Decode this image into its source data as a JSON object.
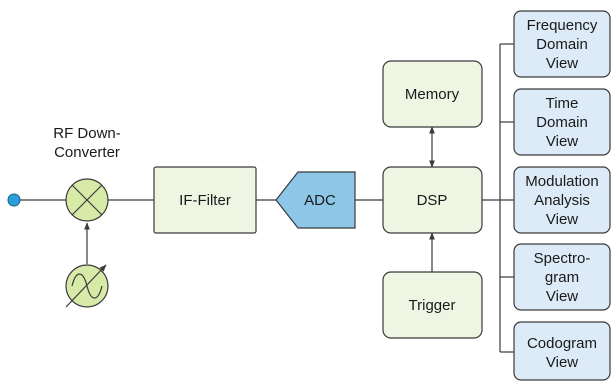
{
  "rf_label": [
    "RF Down-",
    "Converter"
  ],
  "blocks": {
    "if_filter": "IF-Filter",
    "adc": "ADC",
    "dsp": "DSP",
    "memory": "Memory",
    "trigger": "Trigger"
  },
  "views": [
    [
      "Frequency",
      "Domain",
      "View"
    ],
    [
      "Time",
      "Domain",
      "View"
    ],
    [
      "Modulation",
      "Analysis",
      "View"
    ],
    [
      "Spectro-",
      "gram",
      "View"
    ],
    [
      "Codogram",
      "View"
    ]
  ],
  "colors": {
    "block_fill": "#eef5e2",
    "view_fill": "#dcebf7",
    "adc_fill": "#8cc7e8",
    "mixer_fill": "#d8eaa8",
    "input_node": "#2a9fdc"
  },
  "icons": {
    "mixer": "mixer-x-icon",
    "oscillator": "local-oscillator-icon",
    "input": "rf-input-node-icon"
  }
}
